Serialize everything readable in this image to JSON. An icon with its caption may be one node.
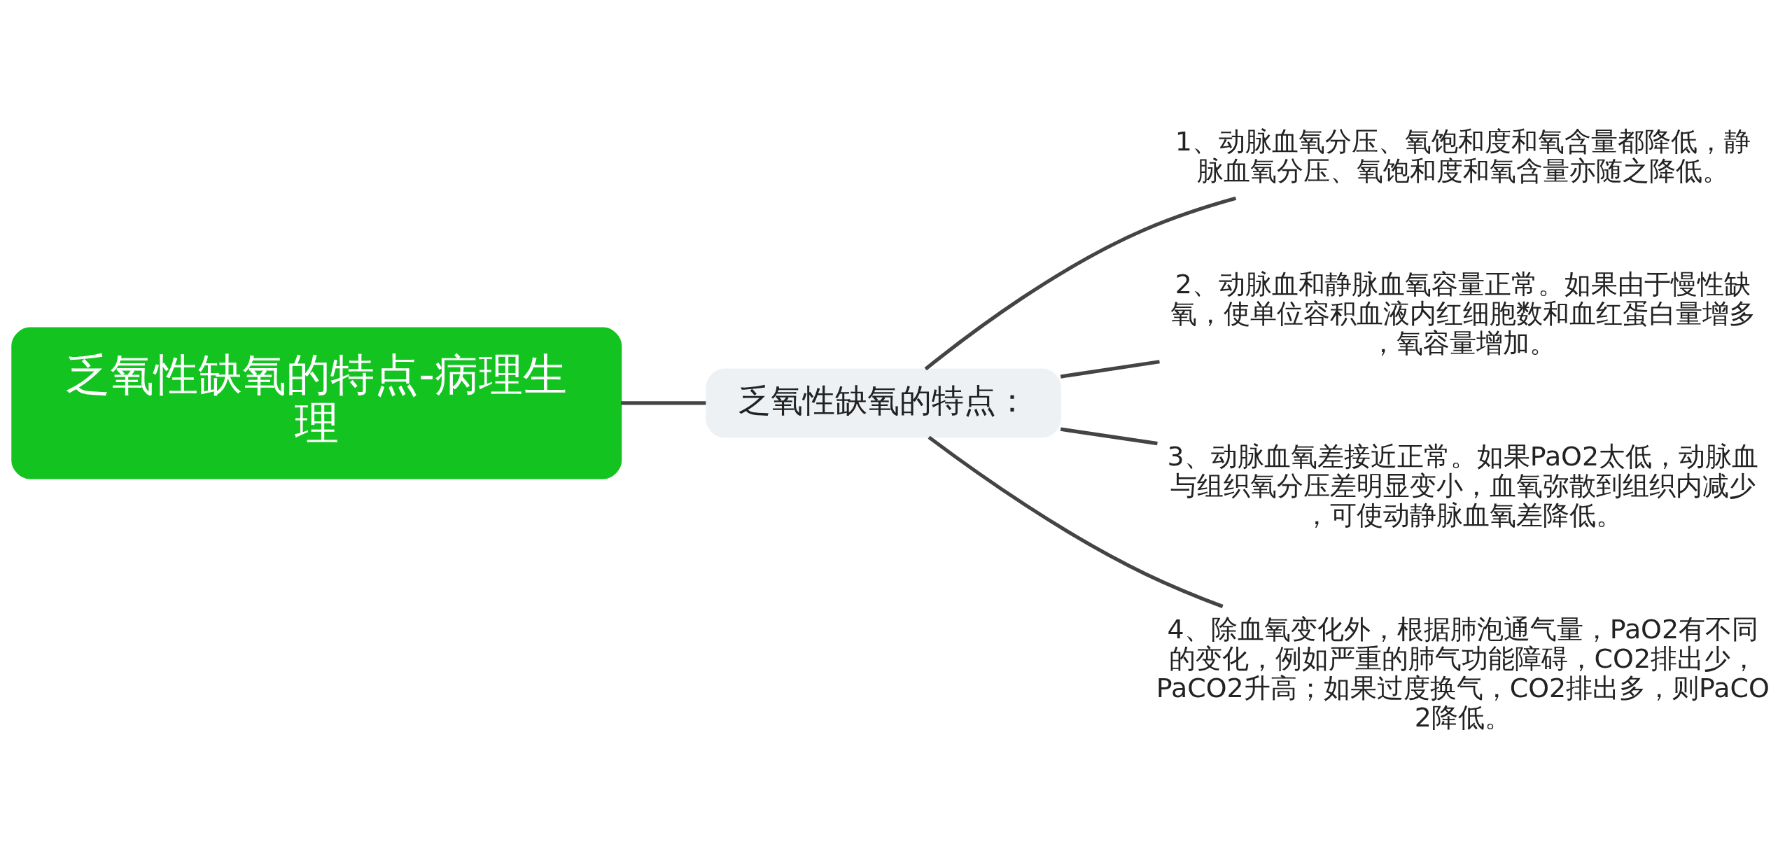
{
  "diagram": {
    "nodes": [
      {
        "text": [
          "乏氧性缺氧的特点-病理生理"
        ]
      },
      {
        "text": [
          "乏氧性缺氧的特点："
        ]
      },
      {
        "text": [
          "1、动脉血氧分压、氧饱和度和氧含量都降低，静脉血氧分压、氧饱和度和氧含量亦随之降低。"
        ]
      },
      {
        "text": [
          "2、动脉血和静脉血氧容量正常。如果由于慢性缺氧，使单位容积血液内红细胞数和血红蛋白量增多，氧容量增加。"
        ]
      },
      {
        "text": [
          "3、动脉血氧差接近正常。如果PaO2太低，动脉血与组织氧分压差明显变小，血氧弥散到组织内减少，可使动静脉血氧差降低。"
        ]
      },
      {
        "text": [
          "4、除血氧变化外，根据肺泡通气量，PaO2有不同的变化，例如严重的肺气功能障碍，CO2排出少，PaCO2升高；如果过度换气，CO2排出多，则PaCO2降低。"
        ]
      }
    ],
    "edges": [
      {
        "from": 0,
        "to": 1,
        "arrow": "none"
      },
      {
        "from": 1,
        "to": 2,
        "arrow": "none"
      },
      {
        "from": 1,
        "to": 3,
        "arrow": "none"
      },
      {
        "from": 1,
        "to": 4,
        "arrow": "none"
      },
      {
        "from": 1,
        "to": 5,
        "arrow": "none"
      }
    ]
  }
}
